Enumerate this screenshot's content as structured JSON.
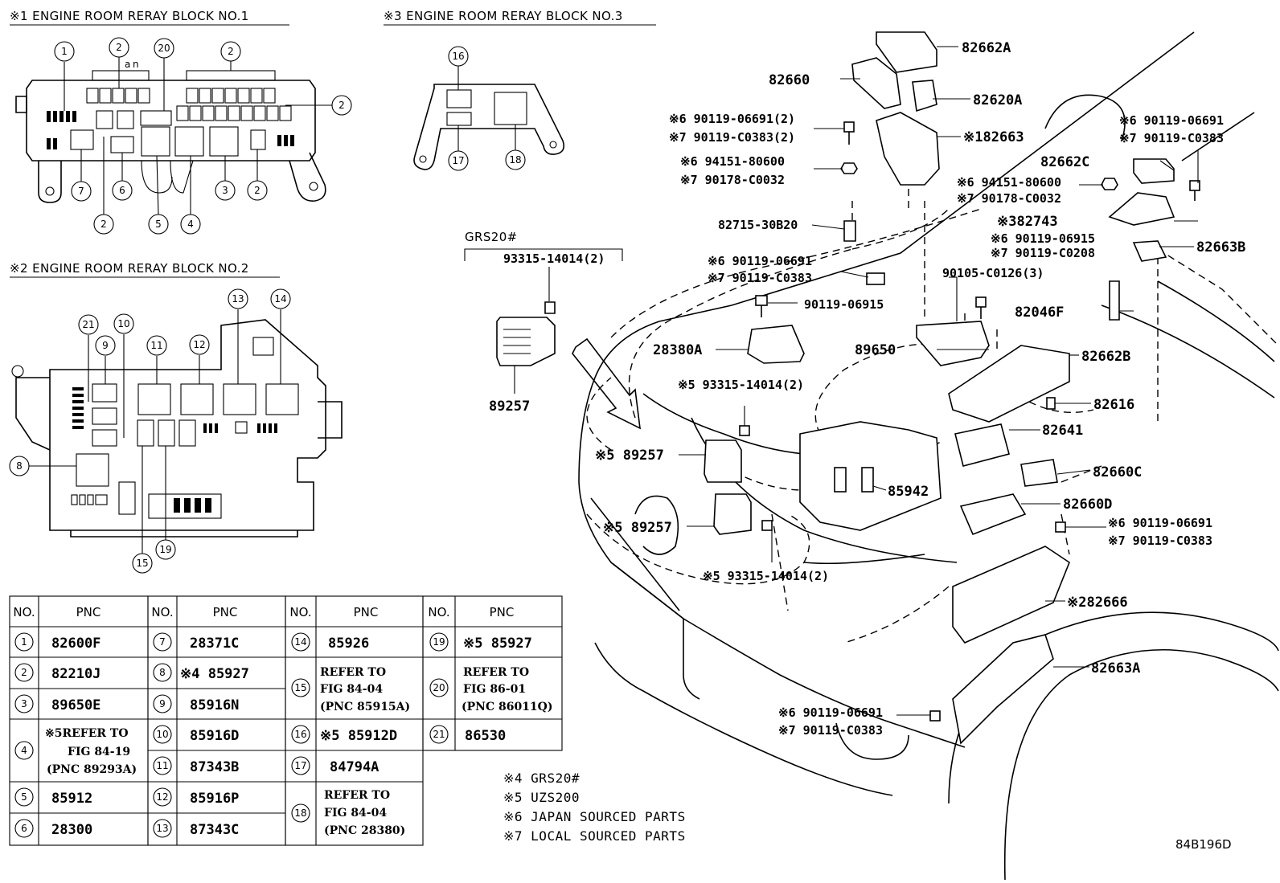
{
  "titles": {
    "block1": "※1 ENGINE ROOM RERAY BLOCK NO.1",
    "block2": "※2 ENGINE ROOM RERAY BLOCK NO.2",
    "block3": "※3 ENGINE ROOM RERAY BLOCK NO.3"
  },
  "model_label": "GRS20#",
  "figure_id": "84B196D",
  "notes": [
    "※4 GRS20#",
    "※5 UZS200",
    "※6 JAPAN SOURCED PARTS",
    "※7 LOCAL SOURCED PARTS"
  ],
  "table": {
    "no_header": "NO.",
    "pnc_header": "PNC",
    "col1": [
      {
        "no": "1",
        "pnc": "82600F"
      },
      {
        "no": "2",
        "pnc": "82210J"
      },
      {
        "no": "3",
        "pnc": "89650E"
      },
      {
        "no": "4",
        "line1": "※5REFER TO",
        "line2": "FIG 84-19",
        "line3": "(PNC 89293A)"
      },
      {
        "no": "5",
        "pnc": "85912"
      },
      {
        "no": "6",
        "pnc": "28300"
      }
    ],
    "col2": [
      {
        "no": "7",
        "pnc": "28371C"
      },
      {
        "no": "8",
        "pnc": "※4 85927"
      },
      {
        "no": "9",
        "pnc": "85916N"
      },
      {
        "no": "10",
        "pnc": "85916D"
      },
      {
        "no": "11",
        "pnc": "87343B"
      },
      {
        "no": "12",
        "pnc": "85916P"
      },
      {
        "no": "13",
        "pnc": "87343C"
      }
    ],
    "col3": [
      {
        "no": "14",
        "pnc": "85926"
      },
      {
        "no": "15",
        "line1": "REFER TO",
        "line2": "FIG 84-04",
        "line3": "(PNC 85915A)"
      },
      {
        "no": "16",
        "pnc": "※5 85912D"
      },
      {
        "no": "17",
        "pnc": "84794A"
      },
      {
        "no": "18",
        "line1": "REFER TO",
        "line2": "FIG 84-04",
        "line3": "(PNC 28380)"
      }
    ],
    "col4": [
      {
        "no": "19",
        "pnc": "※5 85927"
      },
      {
        "no": "20",
        "line1": "REFER TO",
        "line2": "FIG 86-01",
        "line3": "(PNC 86011Q)"
      },
      {
        "no": "21",
        "pnc": "86530"
      }
    ]
  },
  "block1_numbers": [
    "1",
    "2",
    "20",
    "2",
    "2",
    "7",
    "6",
    "2",
    "5",
    "4",
    "3",
    "2"
  ],
  "block1_small": [
    "a",
    "n"
  ],
  "block2_numbers": [
    "21",
    "10",
    "9",
    "11",
    "12",
    "13",
    "14",
    "8",
    "15",
    "19"
  ],
  "block3_numbers": [
    "16",
    "17",
    "18"
  ],
  "callouts": {
    "c82662A": "82662A",
    "c82660": "82660",
    "c82620A": "82620A",
    "c69011906691_2": "※6 90119-06691(2)",
    "c790119C0383_2": "※7 90119-C0383(2)",
    "c182663": "※182663",
    "c69415180600a": "※6 94151-80600",
    "c790178C0032a": "※7 90178-C0032",
    "c6901190669r": "※6 90119-06691",
    "c790119C0383r": "※7 90119-C0383",
    "c82662C": "82662C",
    "c69415180600b": "※6 94151-80600",
    "c790178C0032b": "※7 90178-C0032",
    "c382743": "※382743",
    "c8271530B20": "82715-30B20",
    "c69011906915": "※6 90119-06915",
    "c790119C0208": "※7 90119-C0208",
    "c82663B": "82663B",
    "c6901190669m": "※6 90119-06691",
    "c790119C0383m": "※7 90119-C0383",
    "c90105C0126": "90105-C0126(3)",
    "c82046F": "82046F",
    "c9331514014": "93315-14014(2)",
    "c9011906915": "90119-06915",
    "c28380A": "28380A",
    "c89650": "89650",
    "c82662B": "82662B",
    "c89257": "89257",
    "c59331514014a": "※5 93315-14014(2)",
    "c82616": "82616",
    "c82641": "82641",
    "c589257a": "※5 89257",
    "c82660C": "82660C",
    "c85942": "85942",
    "c82660D": "82660D",
    "c589257b": "※5 89257",
    "c6901190669b": "※6 90119-06691",
    "c790119C0383b": "※7 90119-C0383",
    "c59331514014b": "※5 93315-14014(2)",
    "c282666": "※282666",
    "c82663A": "82663A",
    "c6901190669c": "※6 90119-06691",
    "c790119C0383c": "※7 90119-C0383"
  }
}
